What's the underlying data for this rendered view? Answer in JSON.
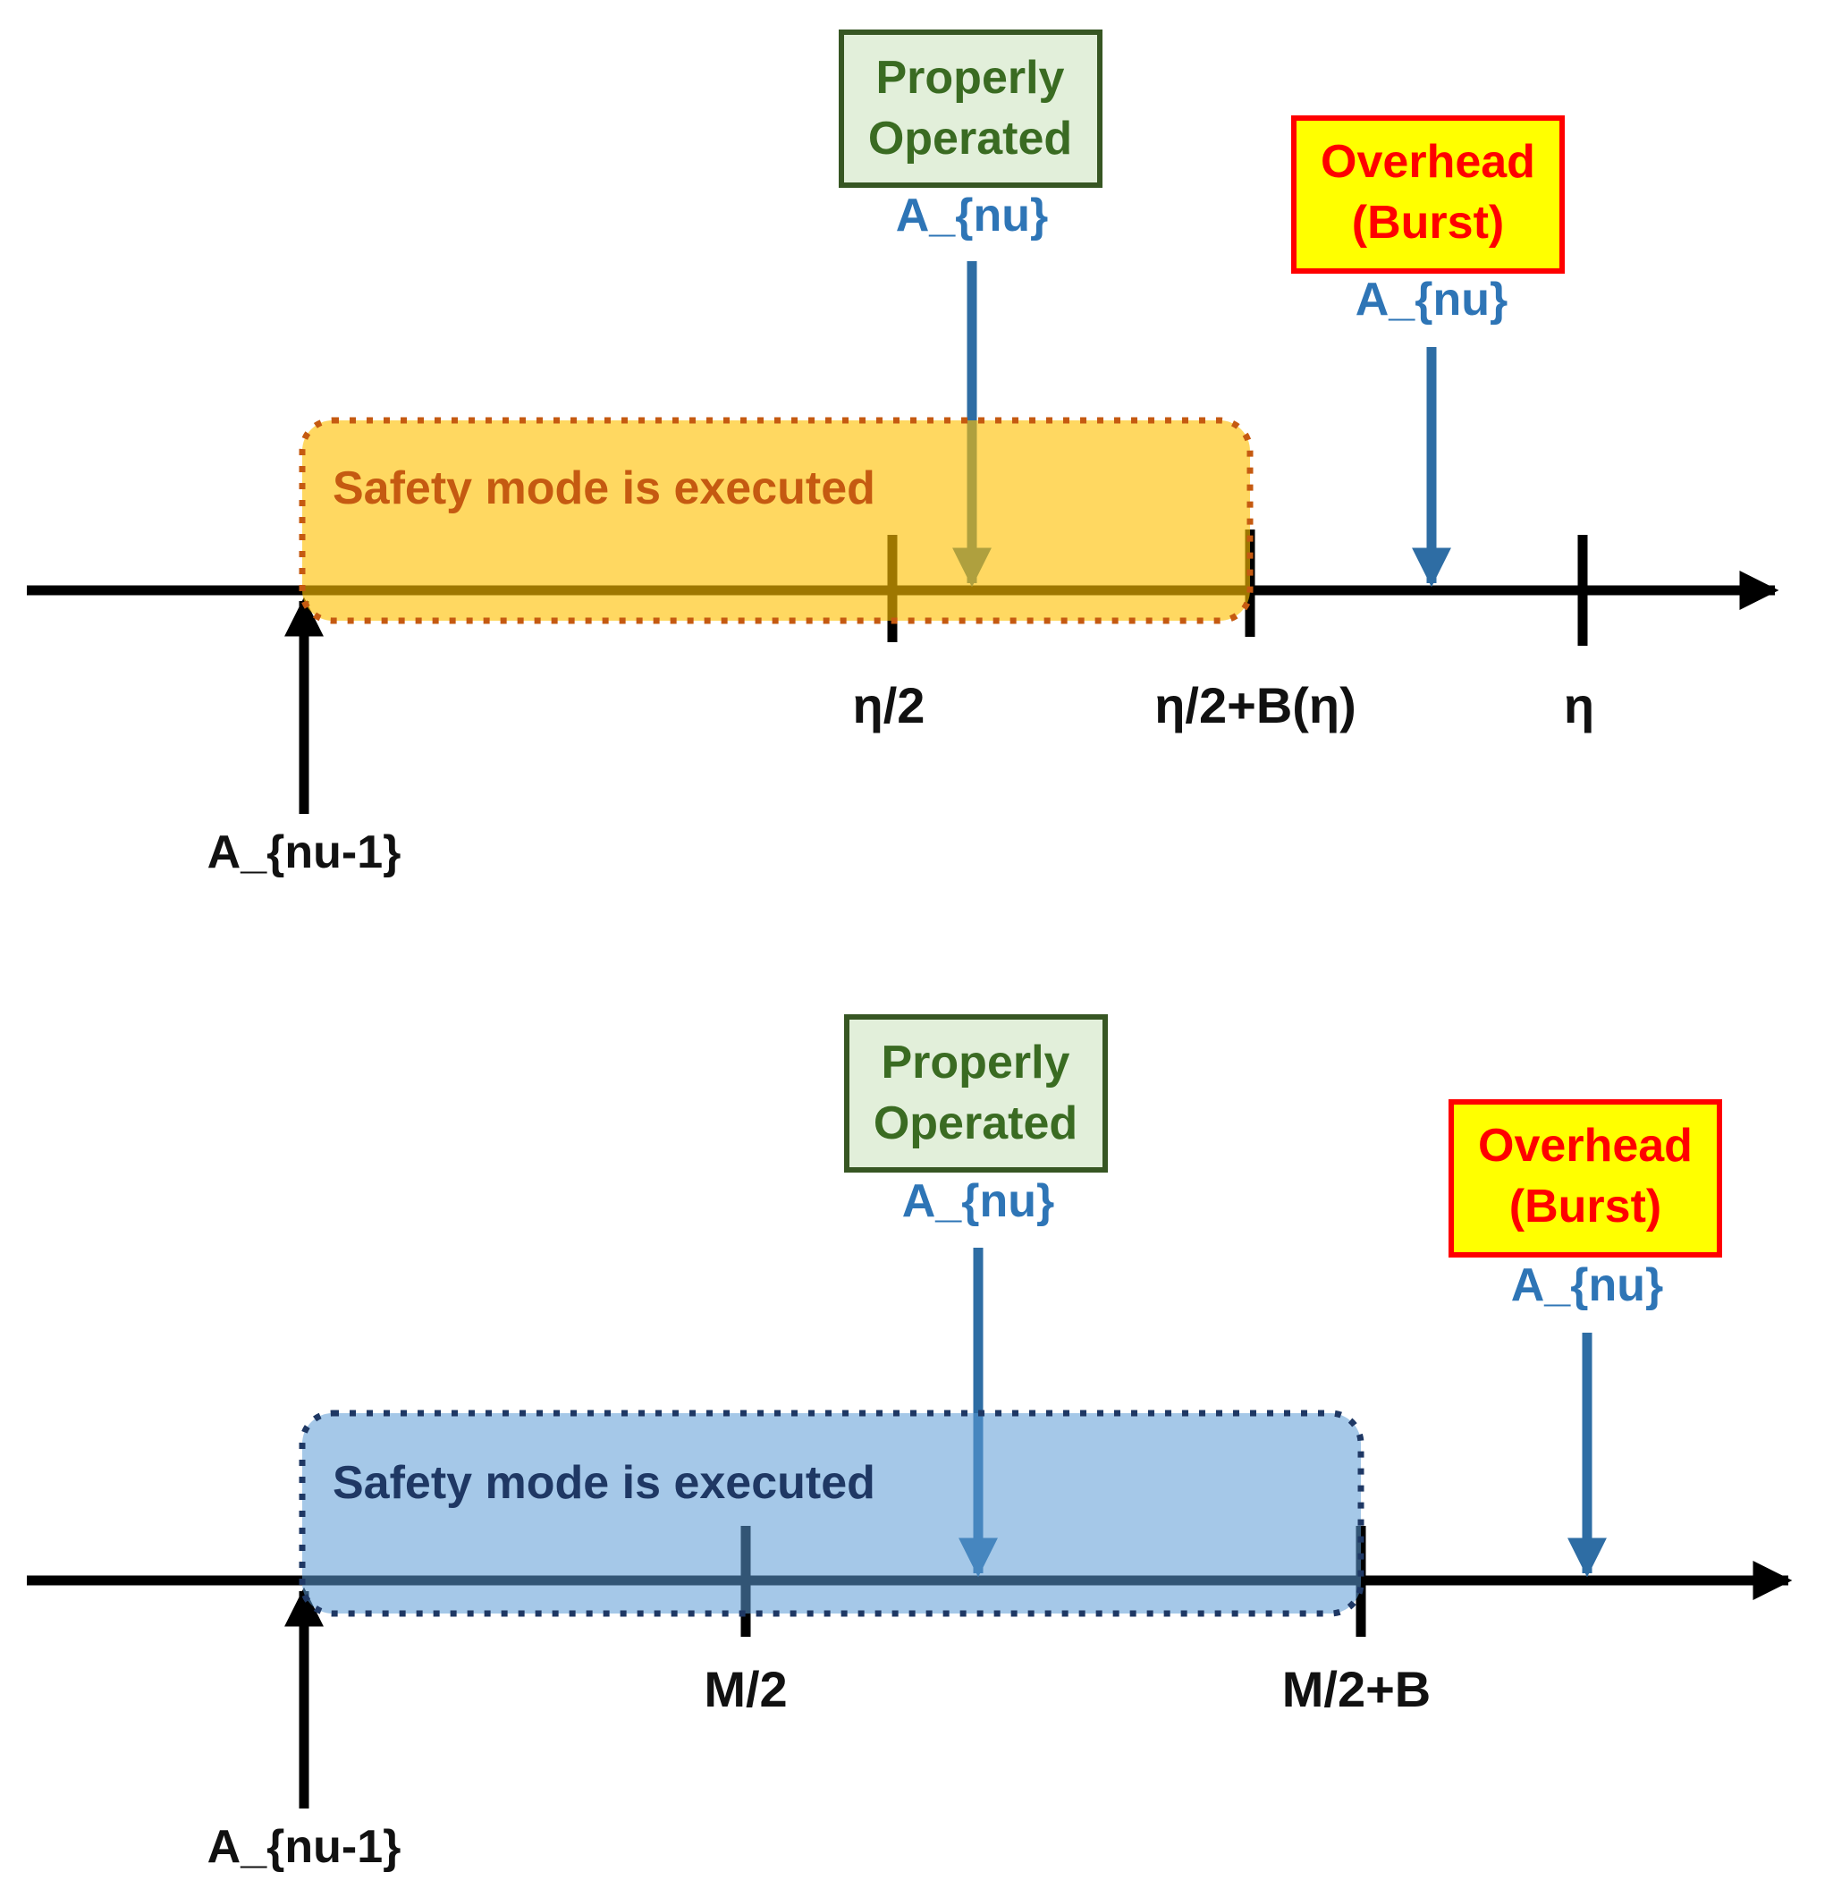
{
  "colors": {
    "axis": "#000000",
    "arrival_arrow": "#2e6da4",
    "arrival_label": "#2e75b6",
    "proper_box_fill": "#e2efda",
    "proper_box_border": "#375623",
    "proper_text": "#3a6b22",
    "overhead_box_fill": "#ffff00",
    "overhead_box_border": "#ff0000",
    "overhead_text": "#ff0000"
  },
  "panels": [
    {
      "safety": {
        "label": "Safety mode is executed",
        "fill": "#ffc000",
        "fill_opacity": 0.62,
        "border": "#c55a11",
        "text_color": "#c55a11"
      },
      "ticks": [
        {
          "label": "η/2"
        },
        {
          "label": "η/2+B(η)"
        },
        {
          "label": "η"
        }
      ],
      "previous_arrival": {
        "label": "A_{nu-1}"
      },
      "properly_operated": {
        "line1": "Properly",
        "line2": "Operated",
        "arrival_label": "A_{nu}"
      },
      "overhead": {
        "line1": "Overhead",
        "line2": "(Burst)",
        "arrival_label": "A_{nu}"
      }
    },
    {
      "safety": {
        "label": "Safety mode is executed",
        "fill": "#5b9bd5",
        "fill_opacity": 0.55,
        "border": "#1f3864",
        "text_color": "#1f3864"
      },
      "ticks": [
        {
          "label": "M/2"
        },
        {
          "label": "M/2+B"
        }
      ],
      "previous_arrival": {
        "label": "A_{nu-1}"
      },
      "properly_operated": {
        "line1": "Properly",
        "line2": "Operated",
        "arrival_label": "A_{nu}"
      },
      "overhead": {
        "line1": "Overhead",
        "line2": "(Burst)",
        "arrival_label": "A_{nu}"
      }
    }
  ]
}
